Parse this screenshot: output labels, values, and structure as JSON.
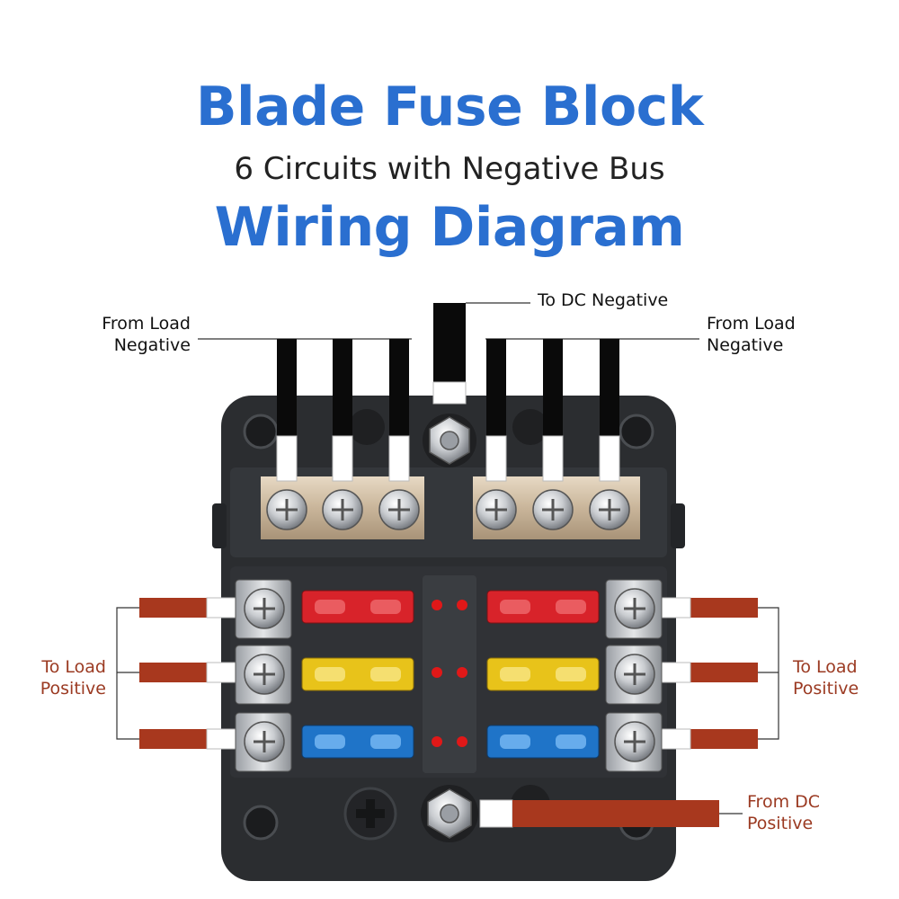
{
  "title": {
    "line1": "Blade Fuse Block",
    "line2": "6 Circuits with Negative Bus",
    "line3": "Wiring Diagram"
  },
  "labels": {
    "to_dc_negative": "To DC Negative",
    "from_load_negative_left": "From Load\nNegative",
    "from_load_negative_right": "From Load\nNegative",
    "to_load_positive_left": "To Load\nPositive",
    "to_load_positive_right": "To Load\nPositive",
    "from_dc_positive": "From DC\nPositive"
  },
  "colors": {
    "title_blue": "#2a6fd0",
    "wire_red": "#a8381e",
    "wire_black": "#0a0a0a",
    "housing": "#2b2d30",
    "fuse_red": "#d8232a",
    "fuse_yellow": "#e8c31a",
    "fuse_blue": "#1f74c8",
    "led_red": "#e01818"
  },
  "fuses": {
    "left": [
      "red",
      "yellow",
      "blue"
    ],
    "right": [
      "red",
      "yellow",
      "blue"
    ]
  }
}
